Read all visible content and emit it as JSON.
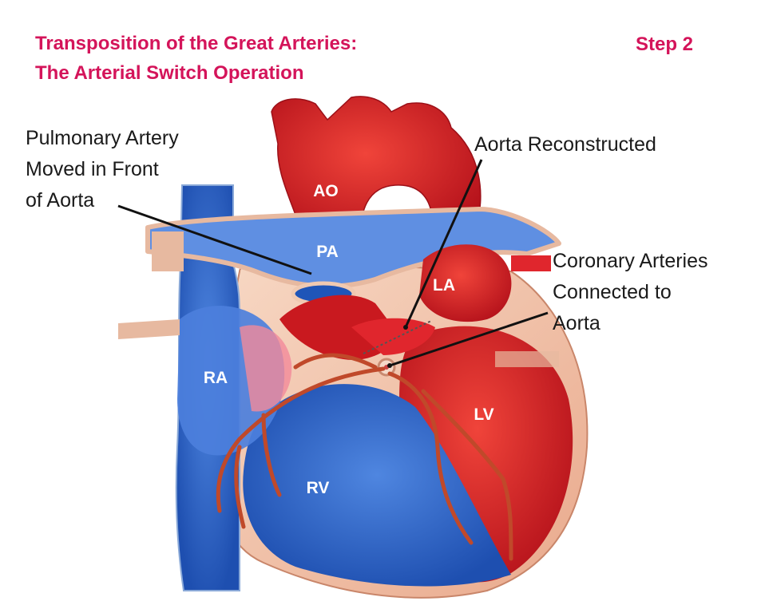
{
  "header": {
    "title_line1": "Transposition of the Great Arteries:",
    "title_line2": "The Arterial Switch Operation",
    "step": "Step 2"
  },
  "callouts": {
    "pa_moved": [
      "Pulmonary Artery",
      "Moved in Front",
      "of Aorta"
    ],
    "aorta_reconstructed": [
      "Aorta Reconstructed"
    ],
    "coronary": [
      "Coronary Arteries",
      "Connected to",
      "Aorta"
    ]
  },
  "chambers": {
    "ao": "AO",
    "pa": "PA",
    "la": "LA",
    "ra": "RA",
    "lv": "LV",
    "rv": "RV"
  },
  "colors": {
    "title": "#d4145a",
    "oxygenated": "#d8222a",
    "deoxygenated": "#2b63c8",
    "tissue": "#f2c3a7"
  }
}
